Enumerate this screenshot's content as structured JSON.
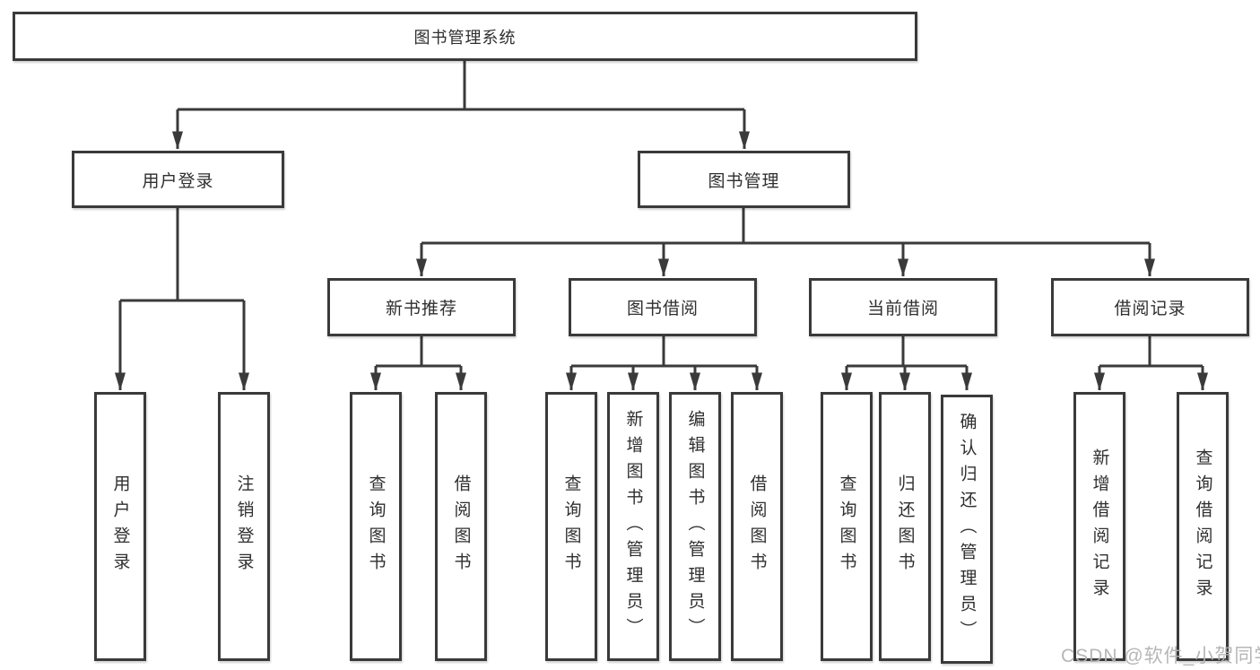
{
  "diagram": {
    "root": {
      "label": "图书管理系统"
    },
    "level2": [
      {
        "label": "用户登录"
      },
      {
        "label": "图书管理"
      }
    ],
    "level3": [
      {
        "label": "新书推荐"
      },
      {
        "label": "图书借阅"
      },
      {
        "label": "当前借阅"
      },
      {
        "label": "借阅记录"
      }
    ],
    "leaves": {
      "user_login": [
        {
          "label": "用户登录"
        },
        {
          "label": "注销登录"
        }
      ],
      "new_book": [
        {
          "label": "查询图书"
        },
        {
          "label": "借阅图书"
        }
      ],
      "book_borrow": [
        {
          "label": "查询图书"
        },
        {
          "label": "新增图书（管理员）"
        },
        {
          "label": "编辑图书（管理员）"
        },
        {
          "label": "借阅图书"
        }
      ],
      "current_borrow": [
        {
          "label": "查询图书"
        },
        {
          "label": "归还图书"
        },
        {
          "label": "确认归还（管理员）"
        }
      ],
      "borrow_record": [
        {
          "label": "新增借阅记录"
        },
        {
          "label": "查询借阅记录"
        }
      ]
    },
    "colors": {
      "line": "#3a3a3a",
      "text": "#2f2f2f",
      "watermark": "#b2b2b2",
      "background": "#ffffff"
    },
    "watermark": "CSDN @软件_小贺同学"
  }
}
